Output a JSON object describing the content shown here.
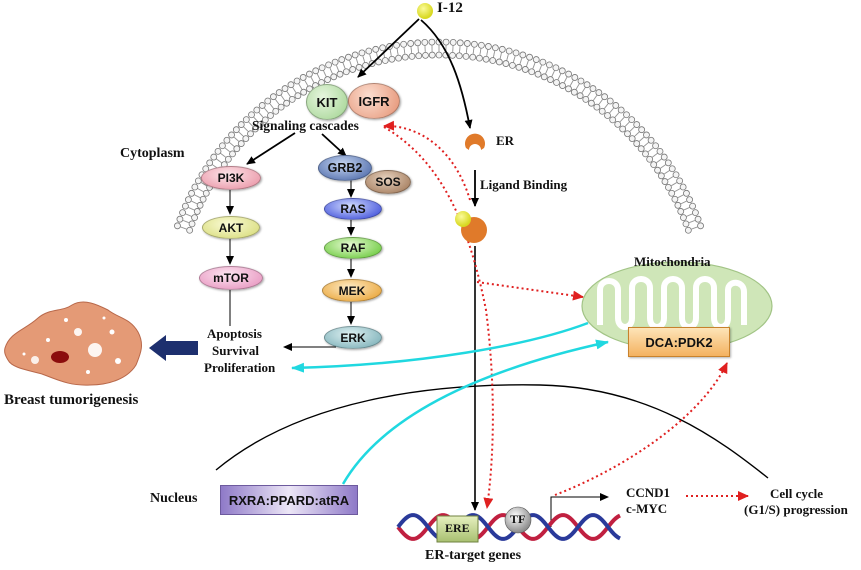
{
  "ligand": {
    "name": "I-12"
  },
  "compartments": {
    "cytoplasm": "Cytoplasm",
    "nucleus": "Nucleus",
    "mitochondria": "Mitochondria"
  },
  "receptors": {
    "kit": "KIT",
    "igfr": "IGFR",
    "signaling": "Signaling cascades",
    "er": "ER",
    "ligand_binding": "Ligand Binding"
  },
  "pi3k_pathway": [
    "PI3K",
    "AKT",
    "mTOR"
  ],
  "mapk_pathway": {
    "grb2": "GRB2",
    "sos": "SOS",
    "steps": [
      "RAS",
      "RAF",
      "MEK",
      "ERK"
    ]
  },
  "outcomes": {
    "lines": [
      "Apoptosis",
      "Survival",
      "Proliferation"
    ],
    "tumor": "Breast tumorigenesis"
  },
  "mito_complex": "DCA:PDK2",
  "nuclear_complex": "RXRA:PPARD:atRA",
  "genes": {
    "ere": "ERE",
    "tf": "TF",
    "targets": "ER-target genes",
    "ccnd1": "CCND1",
    "cmyc": "c-MYC",
    "cell_cycle_1": "Cell cycle",
    "cell_cycle_2": "(G1/S) progression"
  },
  "colors": {
    "ligand": "#e0e030",
    "er_receptor": "#e07a2a",
    "inhibition_arrow": "#e02020",
    "cyan_arrow": "#20d8e0",
    "mito_fill": "#cfe6b8",
    "pdk_fill": "#f8cd8e",
    "nuclear_box": "#a98fd0",
    "tumor": "#e49a76",
    "dna_strand_1": "#c02040",
    "dna_strand_2": "#2a3a9a"
  }
}
